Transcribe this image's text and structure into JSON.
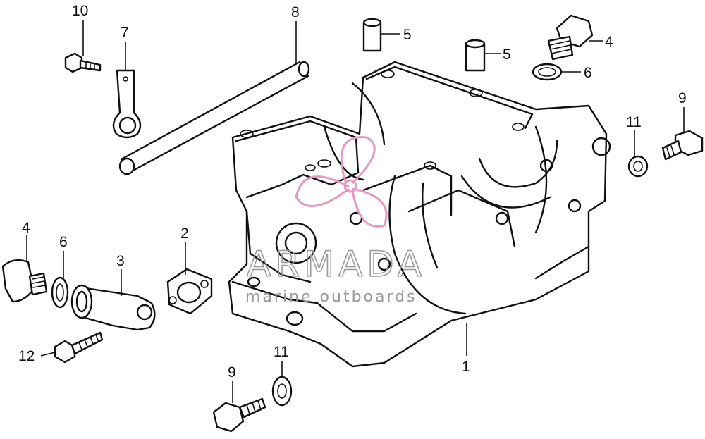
{
  "parts": [
    {
      "key": "p10",
      "label": "10"
    },
    {
      "key": "p7",
      "label": "7"
    },
    {
      "key": "p8",
      "label": "8"
    },
    {
      "key": "p5a",
      "label": "5"
    },
    {
      "key": "p5b",
      "label": "5"
    },
    {
      "key": "p4a",
      "label": "4"
    },
    {
      "key": "p6a",
      "label": "6"
    },
    {
      "key": "p9a",
      "label": "9"
    },
    {
      "key": "p11a",
      "label": "11"
    },
    {
      "key": "p4b",
      "label": "4"
    },
    {
      "key": "p6b",
      "label": "6"
    },
    {
      "key": "p3",
      "label": "3"
    },
    {
      "key": "p2",
      "label": "2"
    },
    {
      "key": "p12",
      "label": "12"
    },
    {
      "key": "p9b",
      "label": "9"
    },
    {
      "key": "p11b",
      "label": "11"
    },
    {
      "key": "p1",
      "label": "1"
    }
  ],
  "watermark": {
    "title": "ARMADA",
    "subtitle": "marine outboards",
    "logo_color": "#e59ac0"
  }
}
